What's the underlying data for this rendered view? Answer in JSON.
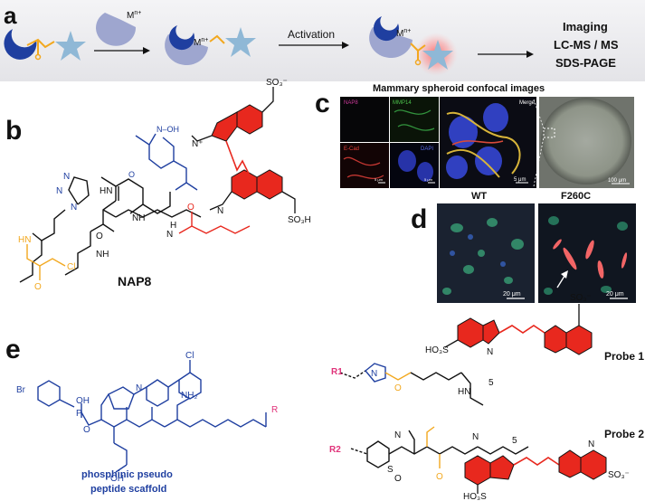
{
  "panels": {
    "a": {
      "letter": "a",
      "metal": "M",
      "metal_sup": "n+",
      "activation_label": "Activation",
      "readouts": [
        "Imaging",
        "LC-MS / MS",
        "SDS-PAGE"
      ]
    },
    "b": {
      "letter": "b",
      "compound_name": "NAP8",
      "atoms": {
        "nh_oh": "N–OH",
        "h": "H",
        "o": "O",
        "n": "N",
        "nh": "NH",
        "hn": "HN",
        "cl": "Cl",
        "sulfonate": "SO₃⁻",
        "sulfonic": "SO₃H",
        "n_plus": "N⁺"
      }
    },
    "c": {
      "letter": "c",
      "title": "Mammary spheroid confocal images",
      "tile_labels": [
        "NAP8",
        "MMP14",
        "Merge",
        "E-Cad",
        "DAPI"
      ],
      "scale_bars": [
        "5 μm",
        "5 μm",
        "5 μm",
        "100 μm"
      ]
    },
    "d": {
      "letter": "d",
      "labels": [
        "WT",
        "F260C"
      ],
      "scale_bars": [
        "20 μm",
        "20 μm"
      ]
    },
    "e": {
      "letter": "e",
      "scaffold_caption_line1": "phosphinic pseudo",
      "scaffold_caption_line2": "peptide scaffold",
      "probe1_label": "Probe 1",
      "probe2_label": "Probe 2",
      "r1": "R1",
      "r2": "R2",
      "atoms": {
        "br": "Br",
        "cl": "Cl",
        "oh": "OH",
        "p": "P",
        "o": "O",
        "nh2": "NH₂",
        "r": "R",
        "n": "N",
        "hn": "HN",
        "sulfonate": "SO₃⁻",
        "so3h": "HO₃S",
        "sulfone": "S",
        "five": "5"
      }
    }
  },
  "colors": {
    "blue": "#1f3fa0",
    "red": "#e8281e",
    "orange": "#f2a81f",
    "magenta": "#e0337a",
    "enzyme": "#9ea6cf",
    "star": "#8fb8d6",
    "glow": "#ff6b6b"
  }
}
